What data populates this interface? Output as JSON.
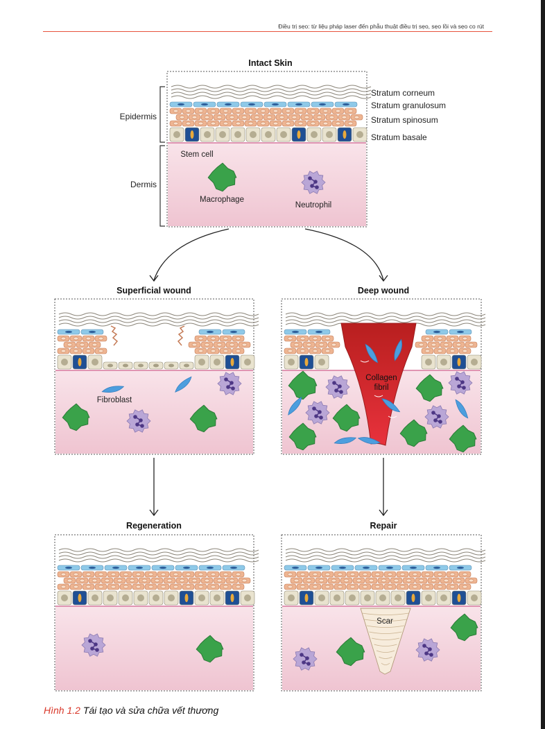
{
  "header": {
    "running_title": "Điều trị sẹo: từ liệu pháp laser đến phẫu thuật điều trị sẹo, sẹo lồi và sẹo co rút"
  },
  "figure": {
    "panels": {
      "intact": "Intact Skin",
      "superficial": "Superficial wound",
      "deep": "Deep wound",
      "regeneration": "Regeneration",
      "repair": "Repair"
    },
    "labels": {
      "epidermis": "Epidermis",
      "dermis": "Dermis",
      "stratum_corneum": "Stratum corneum",
      "stratum_granulosum": "Stratum granulosum",
      "stratum_spinosum": "Stratum spinosum",
      "stratum_basale": "Stratum basale",
      "stem_cell": "Stem cell",
      "macrophage": "Macrophage",
      "neutrophil": "Neutrophil",
      "fibroblast": "Fibroblast",
      "collagen_line1": "Collagen",
      "collagen_line2": "fibril",
      "scar": "Scar"
    },
    "colors": {
      "dermis": "#f4d3dc",
      "granulosum": "#8ec9e8",
      "spinosum": "#eeb592",
      "basale": "#e9e3cf",
      "stem_cell": "#1f4f94",
      "macrophage": "#3aa24a",
      "neutrophil": "#b9a6d6",
      "fibroblast": "#4d9ede",
      "wound": "#d92e2e"
    }
  },
  "caption": {
    "number": "Hình 1.2",
    "text": "Tái tạo và sửa chữa vết thương"
  }
}
